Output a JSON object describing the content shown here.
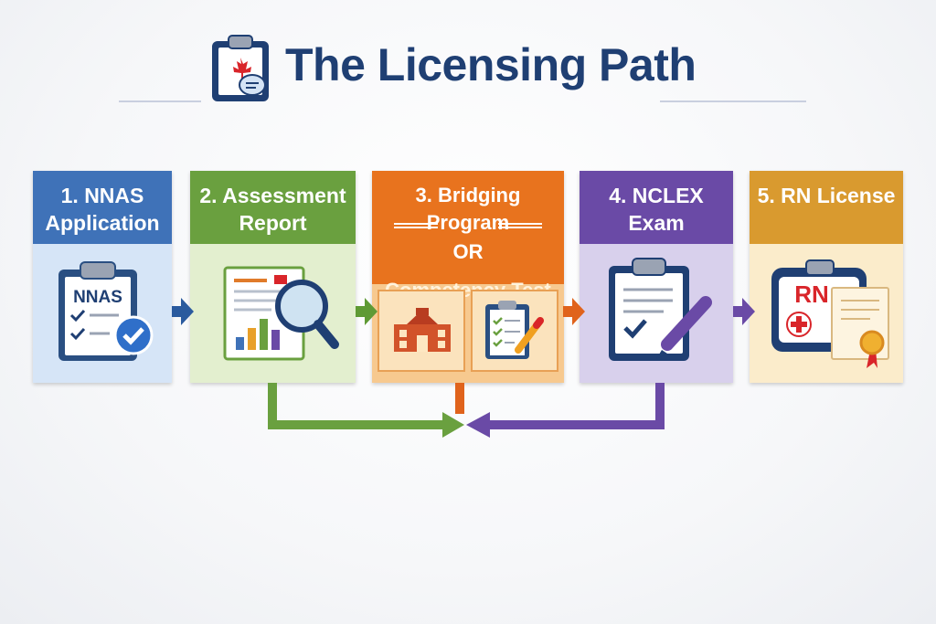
{
  "title": "The Licensing Path",
  "colors": {
    "blue": "#3f72b8",
    "green": "#6aa03f",
    "orange": "#e8731e",
    "purple": "#6a4aa6",
    "gold": "#d99a2f",
    "navy": "#1f3f73"
  },
  "steps": [
    {
      "title_line1": "1. NNAS",
      "title_line2": "Application",
      "icon": "clipboard-check-icon",
      "badge": "NNAS"
    },
    {
      "title_line1": "2. Assessment",
      "title_line2": "Report",
      "icon": "report-magnifier-icon"
    },
    {
      "title_line1": "3. Bridging Program",
      "or_label": "OR",
      "title_line3": "Competency Test",
      "icon_left": "school-building-icon",
      "icon_right": "checklist-pencil-icon"
    },
    {
      "title_line1": "4. NCLEX",
      "title_line2": "Exam",
      "icon": "exam-clipboard-pencil-icon"
    },
    {
      "title_line1": "5. RN License",
      "icon": "rn-license-certificate-icon",
      "badge": "RN"
    }
  ]
}
